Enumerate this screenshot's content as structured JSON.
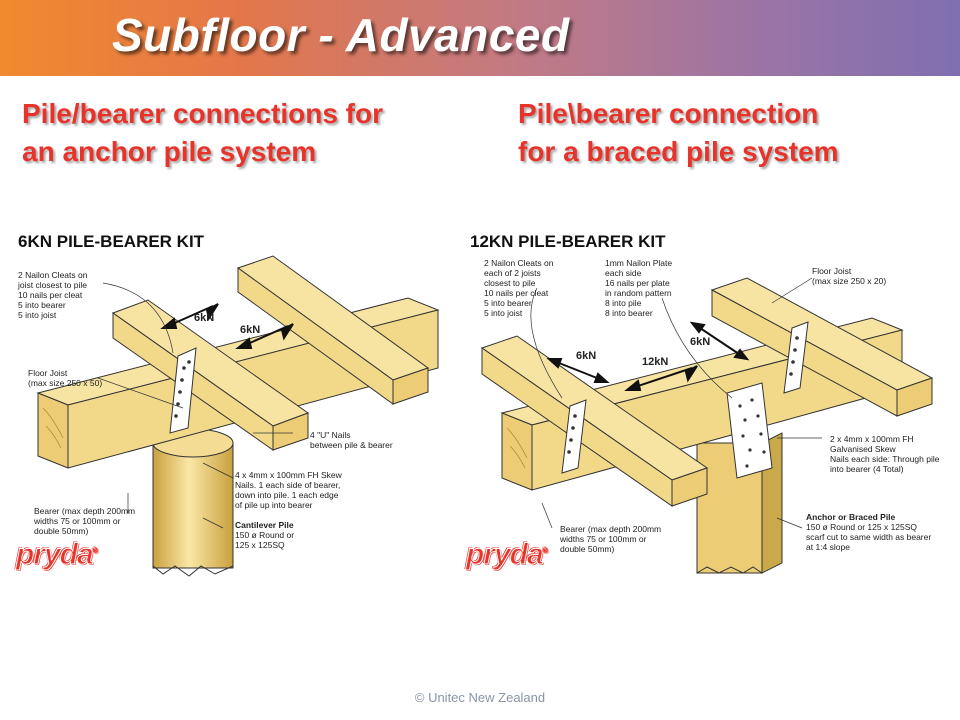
{
  "slide": {
    "title": "Subfloor - Advanced",
    "footer": "© Unitec New Zealand"
  },
  "left": {
    "heading_line1": "Pile/bearer connections for",
    "heading_line2": "an anchor pile system",
    "kit_title": "6KN PILE-BEARER KIT",
    "notes": {
      "cleats": "2 Nailon Cleats on\njoist closest to pile\n10 nails per cleat\n5 into bearer\n5 into joist",
      "floor_joist": "Floor Joist\n(max size 250 x 50)",
      "u_nails": "4 \"U\" Nails\nbetween pile & bearer",
      "skew_nails": "4 x 4mm x 100mm FH Skew\nNails. 1 each side of bearer,\ndown into pile. 1 each edge\nof pile up into bearer",
      "bearer": "Bearer (max depth 200mm\nwidths 75 or 100mm or\ndouble 50mm)",
      "pile_name": "Cantilever Pile",
      "pile_size": "150 ø Round or\n125 x 125SQ"
    },
    "arrows": {
      "a": "6kN",
      "b": "6kN"
    },
    "brand": "pryda"
  },
  "right": {
    "heading_line1": "Pile\\bearer connection",
    "heading_line2": "for a braced pile system",
    "kit_title": "12KN PILE-BEARER KIT",
    "notes": {
      "cleats": "2 Nailon Cleats on\neach of 2 joists\nclosest to pile\n10 nails per cleat\n5 into bearer\n5 into joist",
      "plate": "1mm Nailon Plate\neach side\n16 nails per plate\nin random pattern\n8 into pile\n8 into bearer",
      "floor_joist": "Floor Joist\n(max size 250 x 20)",
      "skew_nails": "2 x 4mm x 100mm FH\nGalvanised Skew\nNails each side: Through pile\ninto bearer (4 Total)",
      "pile_name": "Anchor or Braced Pile",
      "pile_size": "150 ø Round or 125 x 125SQ\nscarf cut to same width as bearer\nat 1:4 slope",
      "bearer": "Bearer (max depth 200mm\nwidths 75 or 100mm or\ndouble 50mm)"
    },
    "arrows": {
      "a": "6kN",
      "b": "12kN",
      "c": "6kN"
    },
    "brand": "pryda"
  },
  "colors": {
    "timber": "#f2d98a",
    "timber_dark": "#c9a94a",
    "heading_red": "#e8332a",
    "banner_start": "#f08a2e",
    "banner_end": "#7f6fb0"
  }
}
